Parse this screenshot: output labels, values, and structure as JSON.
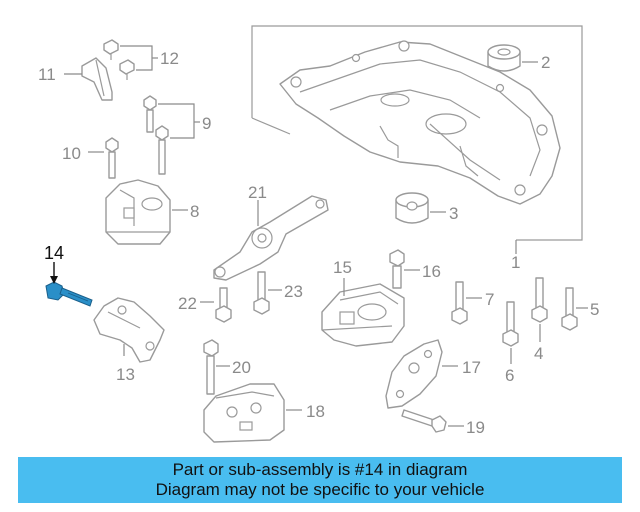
{
  "callouts": {
    "c1": "1",
    "c2": "2",
    "c3": "3",
    "c4": "4",
    "c5": "5",
    "c6": "6",
    "c7": "7",
    "c8": "8",
    "c9": "9",
    "c10": "10",
    "c11": "11",
    "c12": "12",
    "c13": "13",
    "c14": "14",
    "c15": "15",
    "c16": "16",
    "c17": "17",
    "c18": "18",
    "c19": "19",
    "c20": "20",
    "c21": "21",
    "c22": "22",
    "c23": "23"
  },
  "highlighted_part": "14",
  "colors": {
    "banner": "#49bdf0",
    "highlight_part": "#2a8fc8",
    "line_art": "#9a9a9a",
    "callout_text": "#8a8a8a"
  },
  "banner": {
    "line1": "Part or sub-assembly is #14 in diagram",
    "line2": "Diagram may not be specific to your vehicle"
  }
}
